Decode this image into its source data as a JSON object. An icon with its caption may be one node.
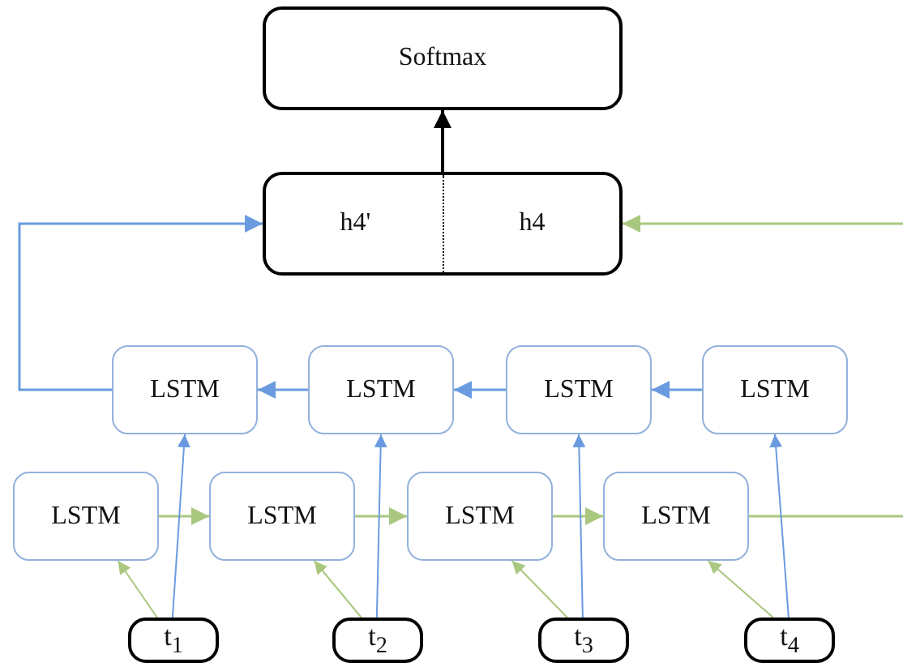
{
  "diagram": {
    "nodes": [
      {
        "text": [
          "Softmax"
        ]
      },
      {
        "text": [
          "h4'",
          "h4"
        ]
      },
      {
        "text": [
          "LSTM"
        ]
      },
      {
        "text": [
          "LSTM"
        ]
      },
      {
        "text": [
          "LSTM"
        ]
      },
      {
        "text": [
          "LSTM"
        ]
      },
      {
        "text": [
          "LSTM"
        ]
      },
      {
        "text": [
          "LSTM"
        ]
      },
      {
        "text": [
          "LSTM"
        ]
      },
      {
        "text": [
          "LSTM"
        ]
      },
      {
        "text": [
          "t$_{1}$"
        ]
      },
      {
        "text": [
          "t$_{2}$"
        ]
      },
      {
        "text": [
          "t$_{3}$"
        ]
      },
      {
        "text": [
          "t$_{4}$"
        ]
      }
    ],
    "edges": [
      {
        "from": 1,
        "to": 0,
        "arrow": "to",
        "color": "#000000"
      },
      {
        "from": 2,
        "to": 1,
        "arrow": "to",
        "color": "#6a9be0"
      },
      {
        "from": 3,
        "to": 2,
        "arrow": "to",
        "color": "#6a9be0"
      },
      {
        "from": 4,
        "to": 3,
        "arrow": "to",
        "color": "#6a9be0"
      },
      {
        "from": 5,
        "to": 4,
        "arrow": "to",
        "color": "#6a9be0"
      },
      {
        "from": 6,
        "to": 7,
        "arrow": "to"
      },
      {
        "from": 7,
        "to": 8,
        "arrow": "to"
      },
      {
        "from": 8,
        "to": 9,
        "arrow": "to"
      },
      {
        "from": 9,
        "to": null,
        "arrow": "none"
      },
      {
        "from": null,
        "to": 1,
        "arrow": "to"
      },
      {
        "from": 10,
        "to": 6,
        "arrow": "to"
      },
      {
        "from": 11,
        "to": 7,
        "arrow": "to"
      },
      {
        "from": 12,
        "to": 8,
        "arrow": "to"
      },
      {
        "from": 13,
        "to": 9,
        "arrow": "to"
      },
      {
        "from": 10,
        "to": 2,
        "arrow": "to",
        "color": "#6a9be0"
      },
      {
        "from": 11,
        "to": 3,
        "arrow": "to",
        "color": "#6a9be0"
      },
      {
        "from": 12,
        "to": 4,
        "arrow": "to",
        "color": "#6a9be0"
      },
      {
        "from": 13,
        "to": 5,
        "arrow": "to",
        "color": "#6a9be0"
      }
    ]
  }
}
